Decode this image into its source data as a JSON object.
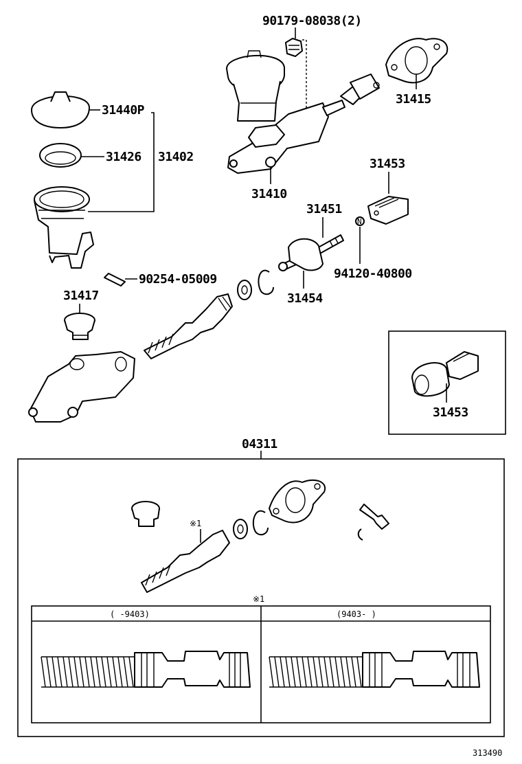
{
  "labels": {
    "bolt_90179": "90179-08038(2)",
    "cap_31440p": "31440P",
    "diaphragm_31426": "31426",
    "reservoir_31402": "31402",
    "boot_31415": "31415",
    "cylinder_31410": "31410",
    "clevis_31453_top": "31453",
    "rod_31451": "31451",
    "nut_94120": "94120-40800",
    "pin_90254": "90254-05009",
    "plug_31417": "31417",
    "boot_31454": "31454",
    "clevis_31453_inset": "31453",
    "kit_04311": "04311",
    "note_mark_kit": "※1",
    "note_mark_table": "※1",
    "table_col1": "(    -9403)",
    "table_col2": "(9403-    )",
    "figure_number": "313490"
  }
}
